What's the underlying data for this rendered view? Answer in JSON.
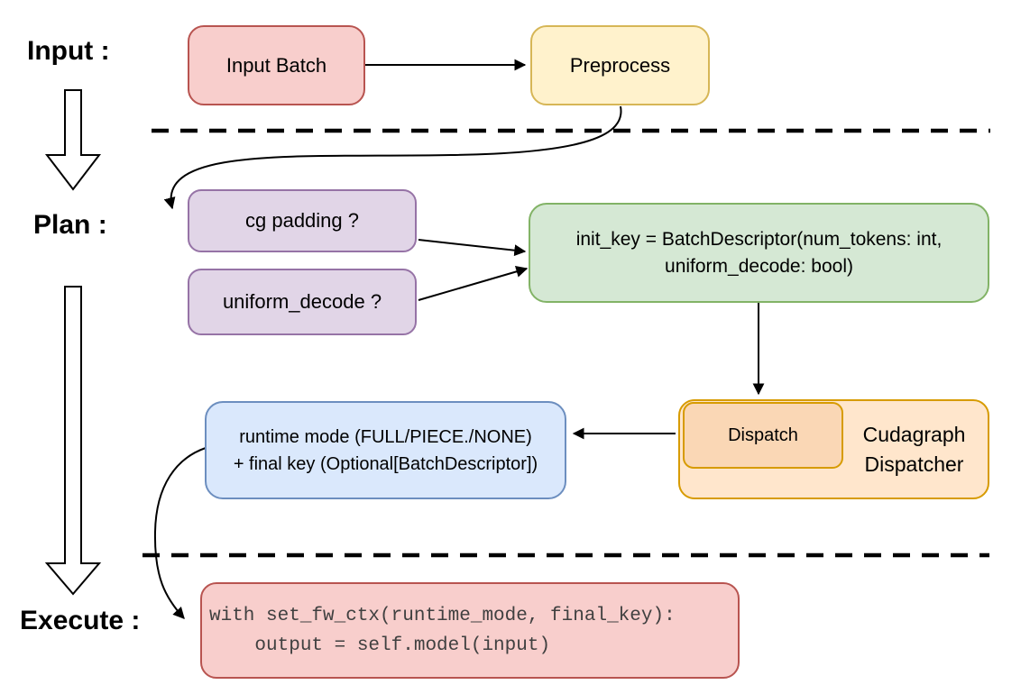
{
  "palette": {
    "red_fill": "#f8cecc",
    "red_stroke": "#b85450",
    "yellow_fill": "#fff2cc",
    "yellow_stroke": "#d6b656",
    "purple_fill": "#e1d5e7",
    "purple_stroke": "#9673a6",
    "green_fill": "#d5e8d4",
    "green_stroke": "#82b366",
    "orange_fill": "#ffe6cc",
    "orange_inner_fill": "#fad7b5",
    "orange_stroke": "#d79b00",
    "blue_fill": "#dae8fc",
    "blue_stroke": "#6c8ebf",
    "connector_color": "#000000",
    "code_text_color": "#404040"
  },
  "sections": {
    "input_label": "Input :",
    "plan_label": "Plan :",
    "execute_label": "Execute :"
  },
  "nodes": {
    "input_batch": "Input Batch",
    "preprocess": "Preprocess",
    "cg_padding": "cg padding ?",
    "uniform_decode": "uniform_decode ?",
    "init_key_line1": "init_key = BatchDescriptor(num_tokens: int,",
    "init_key_line2": "uniform_decode: bool)",
    "runtime_line1": "runtime mode (FULL/PIECE./NONE)",
    "runtime_line2": "+ final key (Optional[BatchDescriptor])",
    "dispatch": "Dispatch",
    "cudagraph_line1": "Cudagraph",
    "cudagraph_line2": "Dispatcher",
    "code_line1": "with set_fw_ctx(runtime_mode, final_key):",
    "code_line2": "    output = self.model(input)"
  }
}
